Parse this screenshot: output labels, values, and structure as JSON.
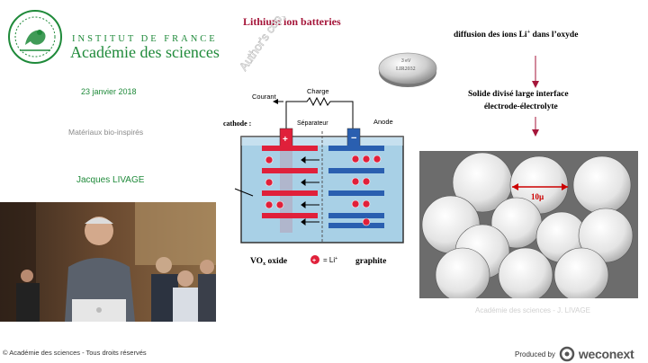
{
  "institution": {
    "name": "INSTITUT DE FRANCE",
    "academy": "Académie des sciences"
  },
  "event": {
    "date": "23 janvier 2018",
    "topic": "Matériaux bio-inspirés",
    "speaker": "Jacques LIVAGE"
  },
  "footer": {
    "copyright": "© Académie des sciences - Tous droits réservés",
    "produced_by": "Produced by",
    "brand": "weconext"
  },
  "slide": {
    "title": "Lithium ion batteries",
    "watermark": "Author's copyright ©",
    "diffusion_text": "diffusion des ions Li",
    "diffusion_sup": "+",
    "diffusion_tail": " dans l’oxyde",
    "solid_line1": "Solide divisé large interface",
    "solid_line2": "électrode-électrolyte",
    "battery": {
      "courant": "Courant",
      "charge": "Charge",
      "separateur": "Séparateur",
      "cathode": "cathode :",
      "anode": "Anode",
      "vox": "VO",
      "vox_sub": "x",
      "vox_tail": " oxide",
      "li_label": "= Li",
      "li_sup": "+",
      "graphite": "graphite"
    },
    "coin_label": "3 eV",
    "coin_model": "LIR2032",
    "scale_label": "10µ",
    "image_caption": "Académie des sciences - J. LIVAGE"
  },
  "colors": {
    "green": "#1f8a3a",
    "title_red": "#a5163a",
    "cathode_red": "#e0203a",
    "anode_blue": "#2a5fb0",
    "electrolyte": "#a8d0e6"
  }
}
